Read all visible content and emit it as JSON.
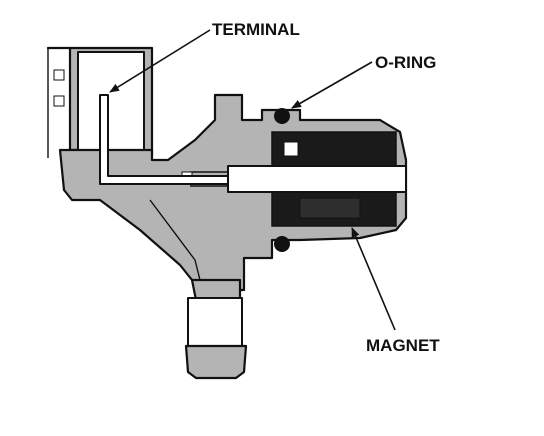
{
  "diagram": {
    "type": "cross-section",
    "labels": {
      "terminal": "TERMINAL",
      "o_ring": "O-RING",
      "magnet": "MAGNET"
    },
    "colors": {
      "housing_fill": "#b4b4b4",
      "outline": "#111111",
      "dark_fill": "#1a1a1a",
      "background": "#ffffff"
    }
  }
}
